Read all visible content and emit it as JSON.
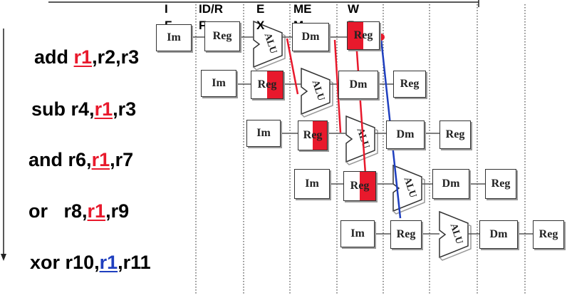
{
  "stage_labels": [
    "I",
    "F",
    "ID/R",
    "F",
    "E",
    "X",
    "ME",
    "M",
    "W",
    "B"
  ],
  "unit_labels": {
    "im": "Im",
    "reg": "Reg",
    "alu": "ALU",
    "dm": "Dm"
  },
  "colors": {
    "hazard_red": "#e8192c",
    "forward_blue": "#1f3fbf",
    "text_blue": "#1f3fbf"
  },
  "instructions": [
    {
      "op": "add",
      "pre": " ",
      "r1": "r1",
      "post": ",r2,r3",
      "r1_color": "#e8192c"
    },
    {
      "op": "sub",
      "pre": " r4,",
      "r1": "r1",
      "post": ",r3",
      "r1_color": "#e8192c"
    },
    {
      "op": "and",
      "pre": " r6,",
      "r1": "r1",
      "post": ",r7",
      "r1_color": "#e8192c"
    },
    {
      "op": "or",
      "pre": "   r8,",
      "r1": "r1",
      "post": ",r9",
      "r1_color": "#e8192c"
    },
    {
      "op": "xor",
      "pre": " r10,",
      "r1": "r1",
      "post": ",r11",
      "r1_color": "#1f3fbf"
    }
  ]
}
